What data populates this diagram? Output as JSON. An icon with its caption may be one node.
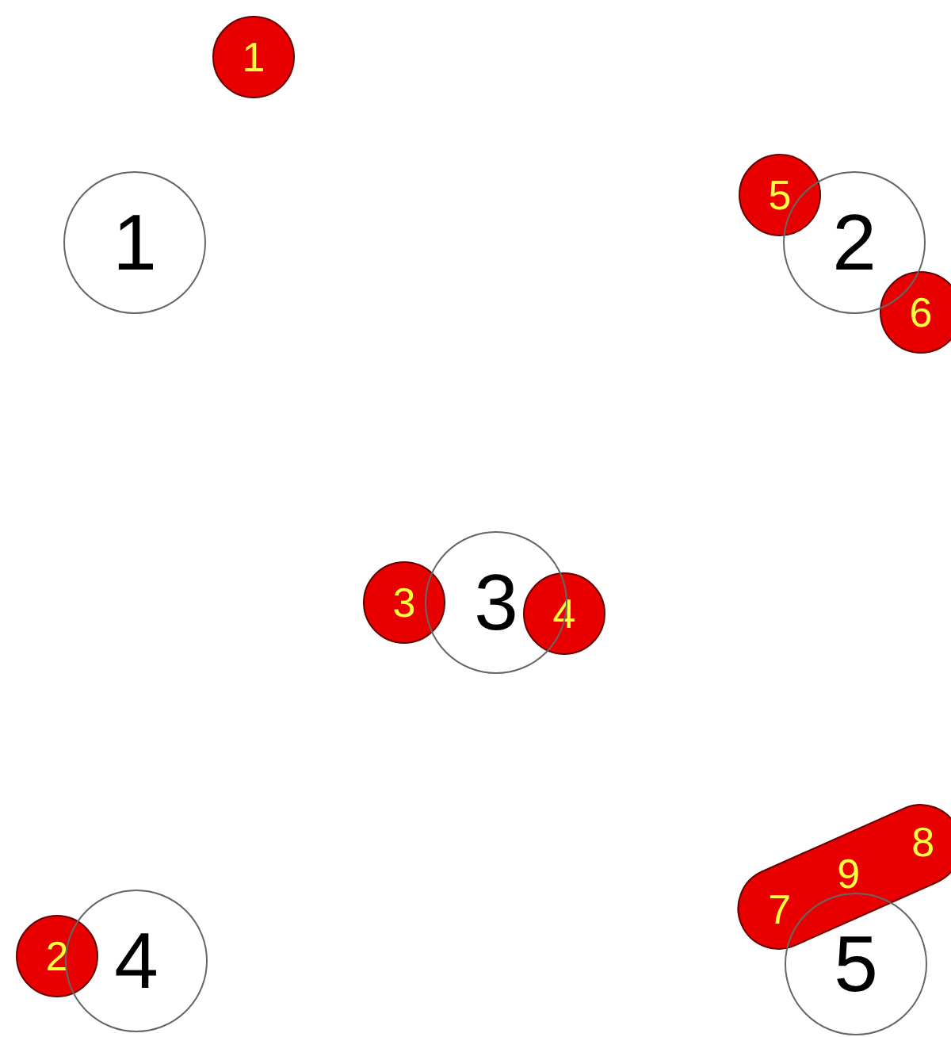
{
  "diagram": {
    "nodes": [
      {
        "text": [
          "1"
        ]
      },
      {
        "text": [
          "1"
        ]
      },
      {
        "text": [
          "5"
        ]
      },
      {
        "text": [
          "2"
        ]
      },
      {
        "text": [
          "6"
        ]
      },
      {
        "text": [
          "3"
        ]
      },
      {
        "text": [
          "3"
        ]
      },
      {
        "text": [
          "4"
        ]
      },
      {
        "text": [
          "2"
        ]
      },
      {
        "text": [
          "4"
        ]
      },
      {
        "text": [
          "7",
          "9",
          "8"
        ]
      },
      {
        "text": [
          "5"
        ]
      }
    ]
  }
}
